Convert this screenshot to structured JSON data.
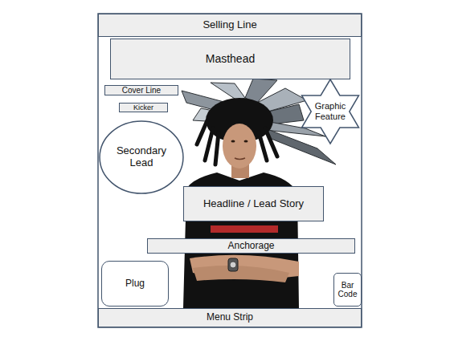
{
  "diagram": {
    "nodes": [
      {
        "text": [
          "Selling Line"
        ]
      },
      {
        "text": [
          "Masthead"
        ]
      },
      {
        "text": [
          "Cover Line"
        ]
      },
      {
        "text": [
          "Kicker"
        ]
      },
      {
        "text": [
          "Graphic Feature"
        ]
      },
      {
        "text": [
          "Secondary Lead"
        ]
      },
      {
        "text": [
          "Headline / Lead Story"
        ]
      },
      {
        "text": [
          "Anchorage"
        ]
      },
      {
        "text": [
          "Plug"
        ]
      },
      {
        "text": [
          "Bar Code"
        ]
      },
      {
        "text": [
          "Menu Strip"
        ]
      }
    ]
  }
}
